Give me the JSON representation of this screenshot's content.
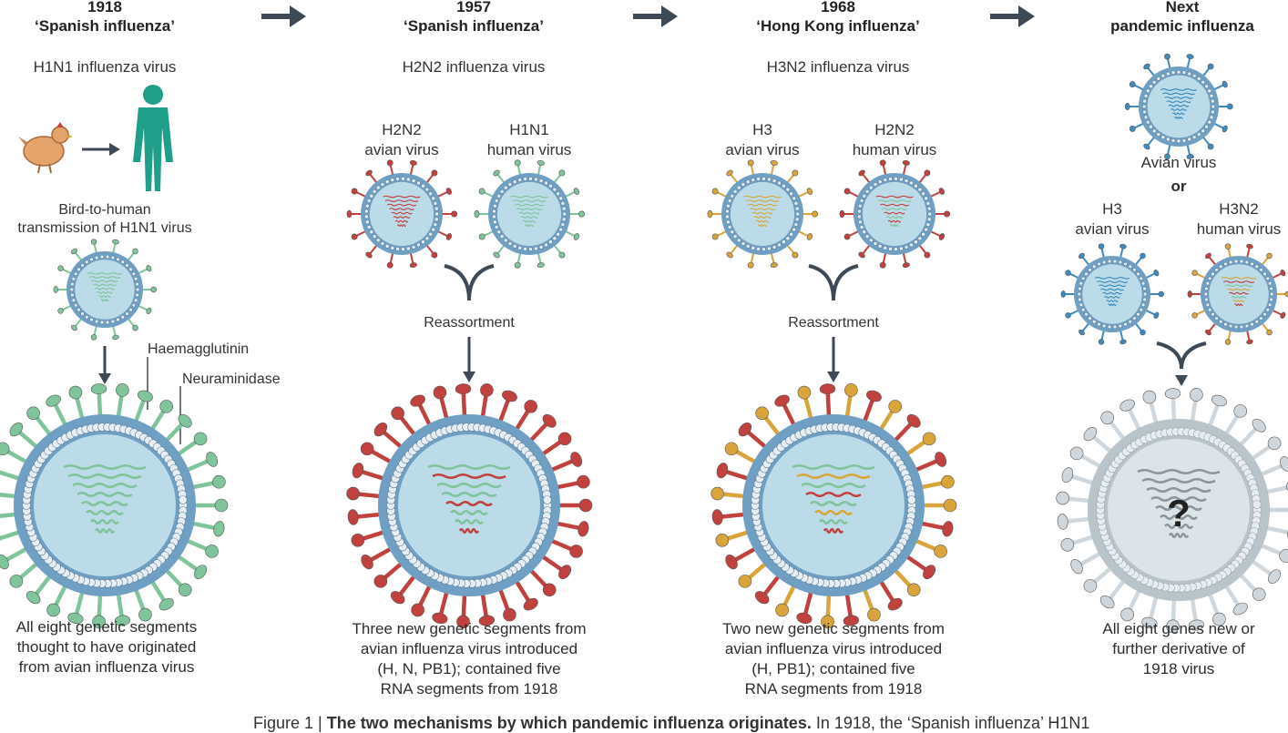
{
  "columns": [
    {
      "year": "1918",
      "name": "‘Spanish influenza’",
      "virus_type": "H1N1 influenza virus",
      "description": [
        "All eight genetic segments",
        "thought to have originated",
        "from avian influenza virus"
      ]
    },
    {
      "year": "1957",
      "name": "‘Spanish influenza’",
      "virus_type": "H2N2 influenza virus",
      "sources": [
        {
          "line1": "H2N2",
          "line2": "avian virus"
        },
        {
          "line1": "H1N1",
          "line2": "human virus"
        }
      ],
      "process": "Reassortment",
      "description": [
        "Three new genetic segments from",
        "avian influenza virus introduced",
        "(H, N, PB1); contained five",
        "RNA segments from 1918"
      ]
    },
    {
      "year": "1968",
      "name": "‘Hong Kong influenza’",
      "virus_type": "H3N2 influenza virus",
      "sources": [
        {
          "line1": "H3",
          "line2": "avian virus"
        },
        {
          "line1": "H2N2",
          "line2": "human virus"
        }
      ],
      "process": "Reassortment",
      "description": [
        "Two new genetic segments from",
        "avian influenza virus introduced",
        "(H, PB1); contained five",
        "RNA segments from 1918"
      ]
    },
    {
      "year": "Next",
      "name": "pandemic influenza",
      "top_virus": "Avian virus",
      "or": "or",
      "sources": [
        {
          "line1": "H3",
          "line2": "avian virus"
        },
        {
          "line1": "H3N2",
          "line2": "human virus"
        }
      ],
      "unknown_mark": "?",
      "description": [
        "All eight genes new or",
        "further derivative of",
        "1918 virus"
      ]
    }
  ],
  "transmission": {
    "line1": "Bird-to-human",
    "line2": "transmission of H1N1 virus"
  },
  "parts": {
    "haemagglutinin": "Haemagglutinin",
    "neuraminidase": "Neuraminidase"
  },
  "caption": {
    "prefix": "Figure 1 | ",
    "bold": "The two mechanisms by which pandemic influenza originates.",
    "rest": " In 1918, the ‘Spanish influenza’ H1N1"
  },
  "colors": {
    "arrow": "#3d4a55",
    "green": "#7fc49a",
    "red": "#c0413d",
    "gold": "#d9a53a",
    "blue": "#3d8bbf",
    "grey": "#c9d2d8",
    "interior": "#bcdbe8",
    "membrane": "#6f9fc2"
  }
}
